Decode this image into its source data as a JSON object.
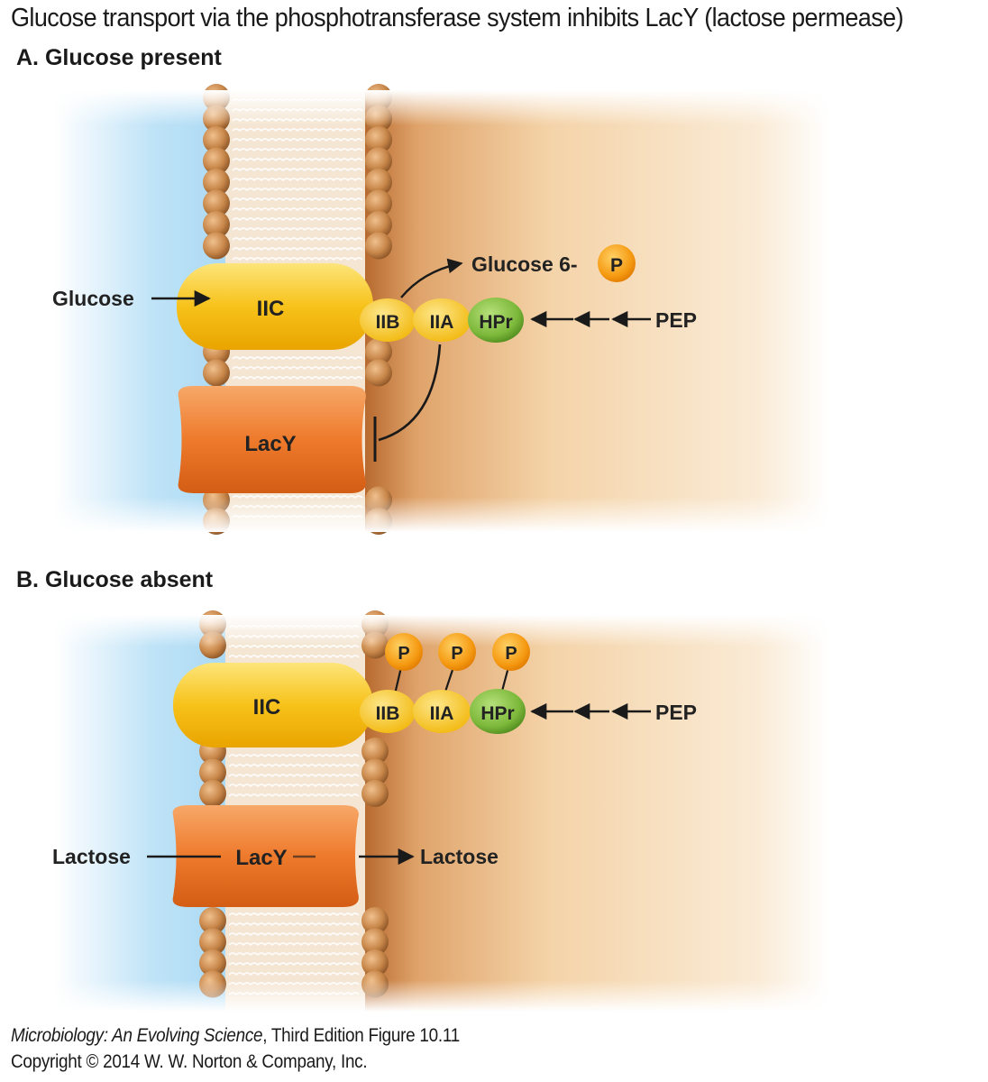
{
  "title": "Glucose transport via the phosphotransferase system inhibits LacY (lactose permease)",
  "panel_a": {
    "heading": "A. Glucose present",
    "glucose_label": "Glucose",
    "iic": "IIC",
    "iib": "IIB",
    "iia": "IIA",
    "hpr": "HPr",
    "pep": "PEP",
    "lacy": "LacY",
    "product": "Glucose 6-",
    "phosphate": "P"
  },
  "panel_b": {
    "heading": "B. Glucose absent",
    "iic": "IIC",
    "iib": "IIB",
    "iia": "IIA",
    "hpr": "HPr",
    "pep": "PEP",
    "lacy": "LacY",
    "lactose_in": "Lactose",
    "lactose_out": "Lactose",
    "phosphate": "P"
  },
  "caption": {
    "book": "Microbiology: An Evolving Science",
    "edition": ", Third Edition  Figure 10.11",
    "copyright": "Copyright © 2014 W. W. Norton & Company, Inc."
  },
  "colors": {
    "outside": "#bfe3f7",
    "cytoplasm": "#f6d9b0",
    "lipid_head": "#c8874a",
    "iic": "#f7c21a",
    "lacy": "#ee7a2c",
    "hpr": "#7cb83a",
    "phosphate": "#f59a12"
  }
}
